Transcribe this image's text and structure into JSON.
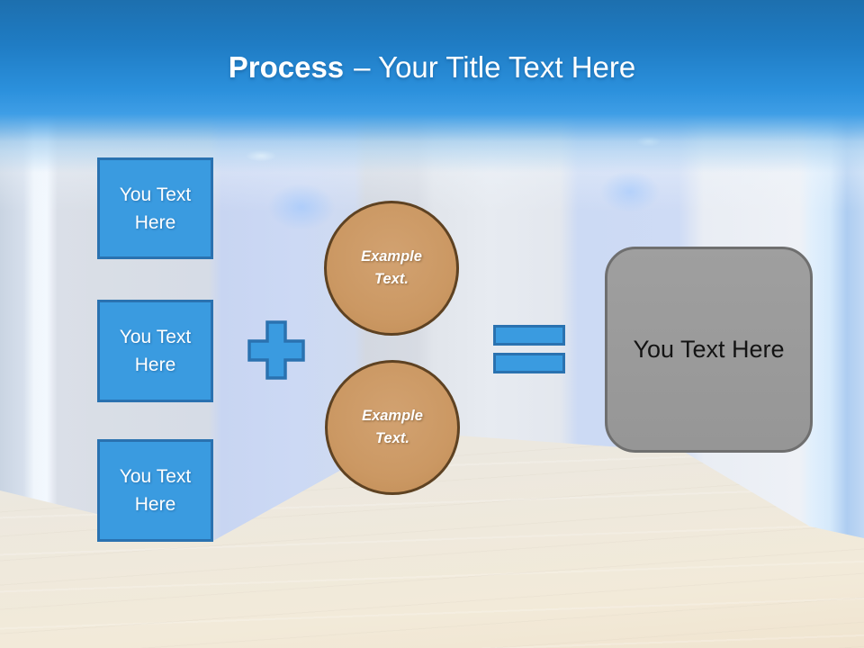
{
  "slide": {
    "title": {
      "keyword": "Process",
      "rest": "– Your Title Text Here"
    },
    "input_boxes": [
      {
        "text_lines": [
          "You Text",
          "Here"
        ]
      },
      {
        "text_lines": [
          "You Text",
          "Here"
        ]
      },
      {
        "text_lines": [
          "You Text",
          "Here"
        ]
      }
    ],
    "operators": {
      "plus_icon": "plus",
      "equals_icon": "equals"
    },
    "circles": [
      {
        "text_lines": [
          "Example",
          "Text."
        ]
      },
      {
        "text_lines": [
          "Example",
          "Text."
        ]
      }
    ],
    "result_box": {
      "label": "You Text Here"
    },
    "colors": {
      "band_blue_top": "#1D6FAE",
      "band_blue_bottom": "#3F9EE6",
      "shape_blue_fill": "#3A9BE0",
      "shape_blue_border": "#2A72B0",
      "circle_tan_fill": "#CB9863",
      "circle_brown_border": "#5E4222",
      "result_gray_fill": "#9A9A9A",
      "result_gray_border": "#6F6F6F",
      "title_text": "#FFFFFF",
      "result_text": "#141414"
    }
  }
}
